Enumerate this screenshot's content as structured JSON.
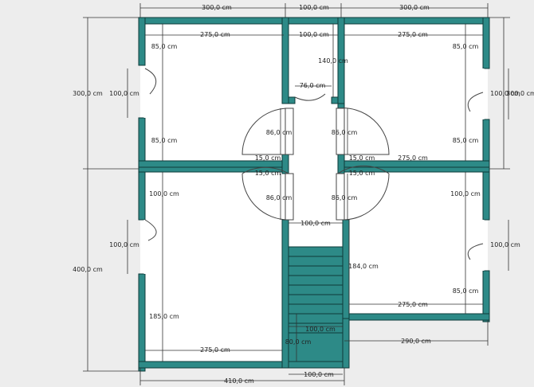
{
  "colors": {
    "background": "#ededed",
    "floor": "#ffffff",
    "wall": "#2d8a87",
    "wall_edge": "#0e3b3a",
    "dimension": "#333333"
  },
  "dimensions": {
    "top_left": "300,0 cm",
    "top_center": "100,0 cm",
    "top_right": "300,0 cm",
    "room1_width": "275,0 cm",
    "hall_width_top": "100,0 cm",
    "room2_width": "275,0 cm",
    "hall_depth": "140,0 cm",
    "hall_opening": "76,0 cm",
    "room1_upper": "85,0 cm",
    "room1_door": "100,0 cm",
    "room1_lower": "85,0 cm",
    "room2_upper": "85,0 cm",
    "room2_door": "100,0 cm",
    "room2_lower": "85,0 cm",
    "left_height_upper": "300,0 cm",
    "right_height_upper": "300,0 cm",
    "door_nw": "86,0 cm",
    "door_ne": "86,0 cm",
    "wall_nw": "15,0 cm",
    "wall_ne": "15,0 cm",
    "room2_bottom": "275,0 cm",
    "wall_sw": "15,0 cm",
    "wall_se": "15,0 cm",
    "door_sw": "86,0 cm",
    "door_se": "86,0 cm",
    "room3_upper": "100,0 cm",
    "room4_upper": "100,0 cm",
    "hall_width_bottom": "100,0 cm",
    "room3_door": "100,0 cm",
    "room4_door": "100,0 cm",
    "left_height_lower": "400,0 cm",
    "stair_side": "184,0 cm",
    "room3_lower": "185,0 cm",
    "room4_lower": "85,0 cm",
    "room4_width": "275,0 cm",
    "stair_width": "100,0 cm",
    "stair_bottom": "80,0 cm",
    "room3_width": "275,0 cm",
    "right_bottom": "290,0 cm",
    "bottom_total": "410,0 cm",
    "bottom_stair": "100,0 cm"
  }
}
